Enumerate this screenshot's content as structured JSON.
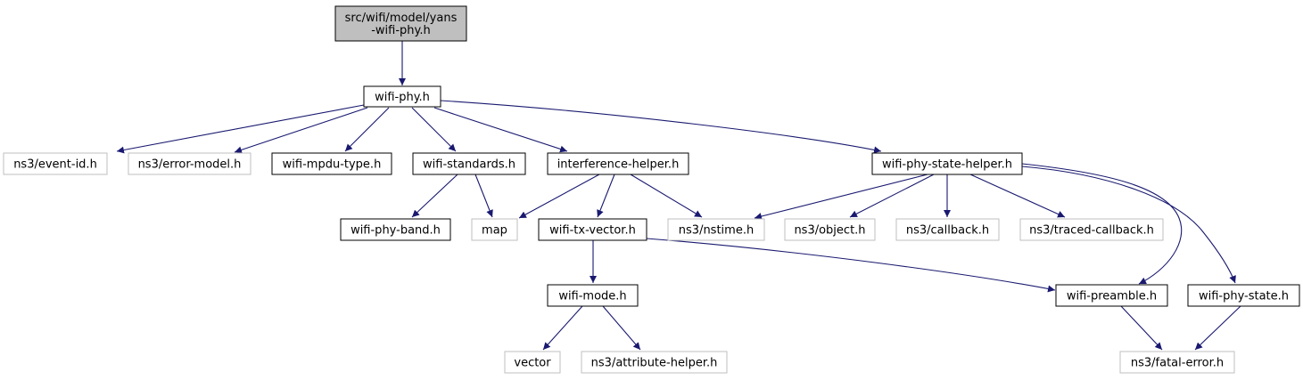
{
  "nodes": [
    {
      "id": "root",
      "label_lines": [
        "src/wifi/model/yans",
        "-wifi-phy.h"
      ],
      "style": "root"
    },
    {
      "id": "wifi_phy_h",
      "label": "wifi-phy.h",
      "style": "local"
    },
    {
      "id": "event_id",
      "label": "ns3/event-id.h",
      "style": "external"
    },
    {
      "id": "error_model",
      "label": "ns3/error-model.h",
      "style": "external"
    },
    {
      "id": "wifi_mpdu_type",
      "label": "wifi-mpdu-type.h",
      "style": "local"
    },
    {
      "id": "wifi_standards",
      "label": "wifi-standards.h",
      "style": "local"
    },
    {
      "id": "interference_helper",
      "label": "interference-helper.h",
      "style": "local"
    },
    {
      "id": "wifi_phy_state_helper",
      "label": "wifi-phy-state-helper.h",
      "style": "local"
    },
    {
      "id": "wifi_phy_band",
      "label": "wifi-phy-band.h",
      "style": "local"
    },
    {
      "id": "map",
      "label": "map",
      "style": "external"
    },
    {
      "id": "wifi_tx_vector",
      "label": "wifi-tx-vector.h",
      "style": "local"
    },
    {
      "id": "nstime",
      "label": "ns3/nstime.h",
      "style": "external"
    },
    {
      "id": "object",
      "label": "ns3/object.h",
      "style": "external"
    },
    {
      "id": "callback",
      "label": "ns3/callback.h",
      "style": "external"
    },
    {
      "id": "traced_callback",
      "label": "ns3/traced-callback.h",
      "style": "external"
    },
    {
      "id": "wifi_mode",
      "label": "wifi-mode.h",
      "style": "local"
    },
    {
      "id": "wifi_preamble",
      "label": "wifi-preamble.h",
      "style": "local"
    },
    {
      "id": "wifi_phy_state",
      "label": "wifi-phy-state.h",
      "style": "local"
    },
    {
      "id": "vector",
      "label": "vector",
      "style": "external"
    },
    {
      "id": "attribute_helper",
      "label": "ns3/attribute-helper.h",
      "style": "external"
    },
    {
      "id": "fatal_error",
      "label": "ns3/fatal-error.h",
      "style": "external"
    }
  ],
  "edges": [
    {
      "from": "root",
      "to": "wifi_phy_h"
    },
    {
      "from": "wifi_phy_h",
      "to": "event_id"
    },
    {
      "from": "wifi_phy_h",
      "to": "error_model"
    },
    {
      "from": "wifi_phy_h",
      "to": "wifi_mpdu_type"
    },
    {
      "from": "wifi_phy_h",
      "to": "wifi_standards"
    },
    {
      "from": "wifi_phy_h",
      "to": "interference_helper"
    },
    {
      "from": "wifi_phy_h",
      "to": "wifi_phy_state_helper"
    },
    {
      "from": "wifi_standards",
      "to": "wifi_phy_band"
    },
    {
      "from": "wifi_standards",
      "to": "map"
    },
    {
      "from": "interference_helper",
      "to": "map"
    },
    {
      "from": "interference_helper",
      "to": "wifi_tx_vector"
    },
    {
      "from": "interference_helper",
      "to": "nstime"
    },
    {
      "from": "wifi_phy_state_helper",
      "to": "nstime"
    },
    {
      "from": "wifi_phy_state_helper",
      "to": "object"
    },
    {
      "from": "wifi_phy_state_helper",
      "to": "callback"
    },
    {
      "from": "wifi_phy_state_helper",
      "to": "traced_callback"
    },
    {
      "from": "wifi_phy_state_helper",
      "to": "wifi_preamble"
    },
    {
      "from": "wifi_phy_state_helper",
      "to": "wifi_phy_state"
    },
    {
      "from": "wifi_tx_vector",
      "to": "wifi_mode"
    },
    {
      "from": "wifi_tx_vector",
      "to": "wifi_preamble"
    },
    {
      "from": "wifi_mode",
      "to": "vector"
    },
    {
      "from": "wifi_mode",
      "to": "attribute_helper"
    },
    {
      "from": "wifi_preamble",
      "to": "fatal_error"
    },
    {
      "from": "wifi_phy_state",
      "to": "fatal_error"
    }
  ],
  "colors": {
    "edge": "#191970",
    "local_border": "#000000",
    "local_fill": "#ffffff",
    "external_border": "#bfbfbf",
    "external_fill": "#ffffff",
    "root_border": "#000000",
    "root_fill": "#bfbfbf",
    "text": "#000000"
  }
}
